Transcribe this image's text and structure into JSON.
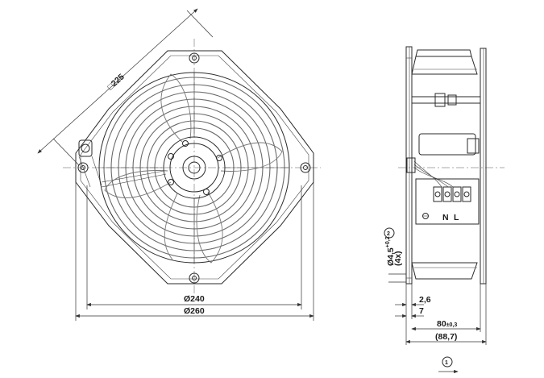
{
  "dimensions": {
    "diagonal": "□225",
    "inner_dia": "Ø240",
    "outer_dia": "Ø260",
    "hole_dia_main": "Ø4,5",
    "hole_dia_tol": "+0,2",
    "hole_count": "(4x)",
    "flange_offset": "2,6",
    "flange_depth": "7",
    "housing_depth_main": "80",
    "housing_depth_tol": "±0,3",
    "overall_depth": "(88,7)"
  },
  "terminals": {
    "neutral": "N",
    "line": "L"
  },
  "notes": {
    "note_2": "2",
    "note_1": "1"
  }
}
